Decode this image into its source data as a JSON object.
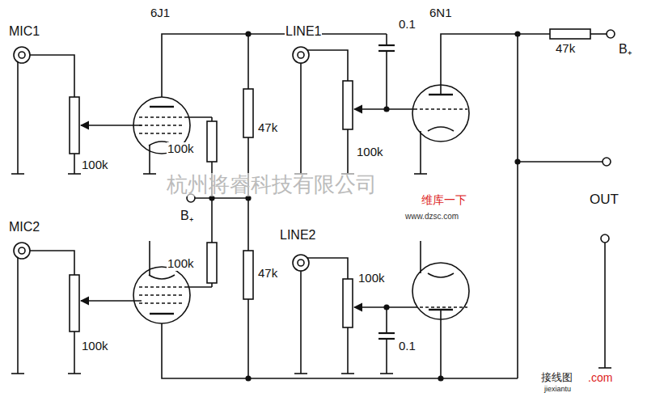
{
  "diagram": {
    "labels": [
      "MIC1",
      "6J1",
      "LINE1",
      "0.1",
      "6N1",
      "47k",
      "B₊",
      "100k",
      "100k",
      "47k",
      "100k",
      "B₊",
      "杭州将睿科技有限公司",
      "维库一下",
      "www.dzsc.com",
      "OUT",
      "MIC2",
      "100k",
      "47k",
      "LINE2",
      "100k",
      "100k",
      "0.1",
      "接线图",
      "jiexiantu",
      ".com"
    ]
  }
}
